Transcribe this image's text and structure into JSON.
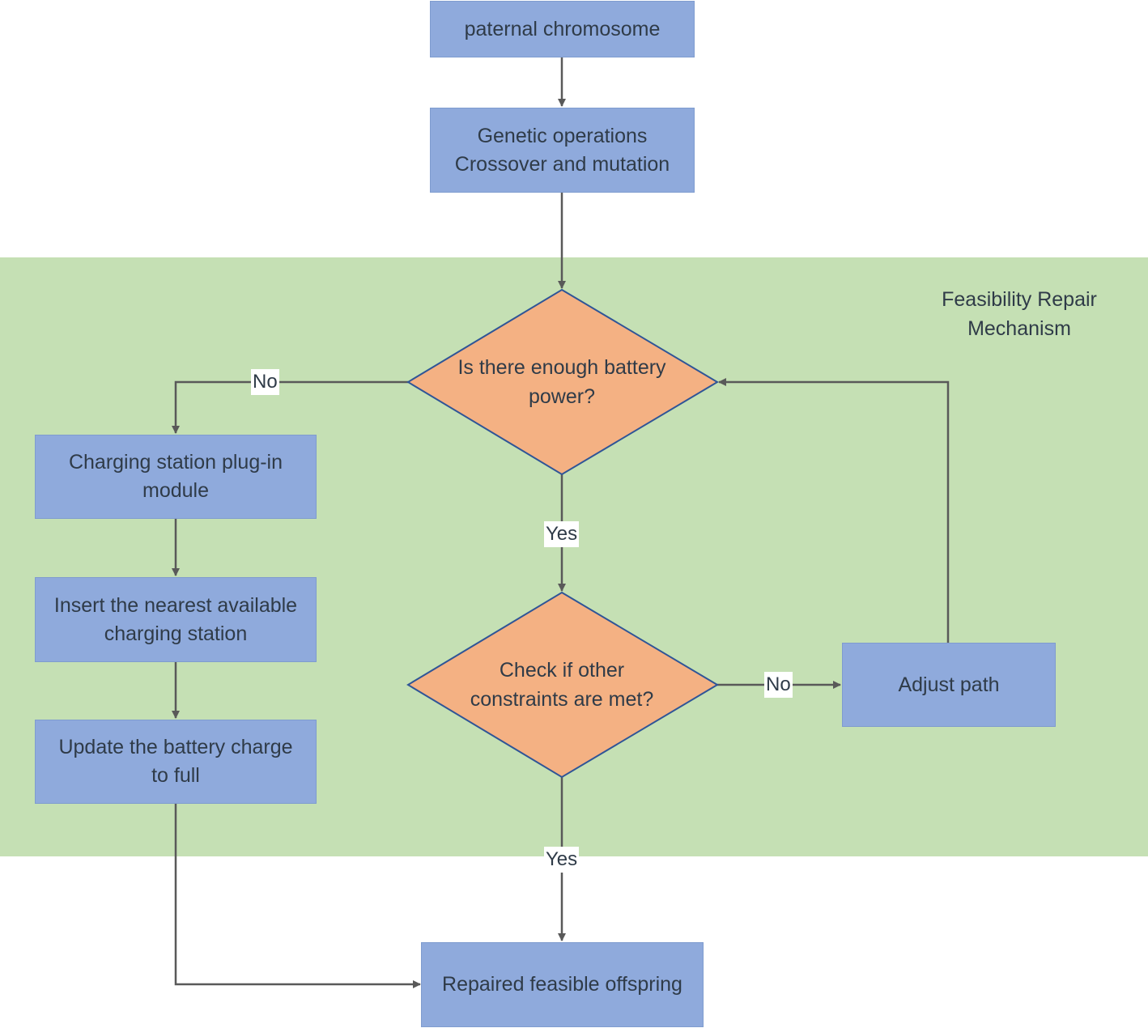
{
  "region": {
    "label_lines": [
      "Feasibility Repair",
      "Mechanism"
    ],
    "fill_color": "#c5e0b4"
  },
  "colors": {
    "process": "#8faadc",
    "decision": "#f4b183",
    "decision_border": "#2f5597",
    "line": "#595959"
  },
  "nodes": {
    "paternal": {
      "lines": [
        "paternal chromosome"
      ]
    },
    "genetic": {
      "lines": [
        "Genetic operations",
        "Crossover and mutation"
      ]
    },
    "battery": {
      "lines": [
        "Is there enough battery",
        "power?"
      ]
    },
    "charging": {
      "lines": [
        "Charging station plug-in",
        "module"
      ]
    },
    "insert": {
      "lines": [
        "Insert the nearest available",
        "charging station"
      ]
    },
    "update": {
      "lines": [
        "Update the battery charge",
        "to full"
      ]
    },
    "constraints": {
      "lines": [
        "Check if other",
        "constraints are met?"
      ]
    },
    "adjust": {
      "lines": [
        "Adjust path"
      ]
    },
    "repaired": {
      "lines": [
        "Repaired feasible offspring"
      ]
    }
  },
  "edge_labels": {
    "battery_no": "No",
    "battery_yes": "Yes",
    "constraints_no": "No",
    "constraints_yes": "Yes"
  }
}
